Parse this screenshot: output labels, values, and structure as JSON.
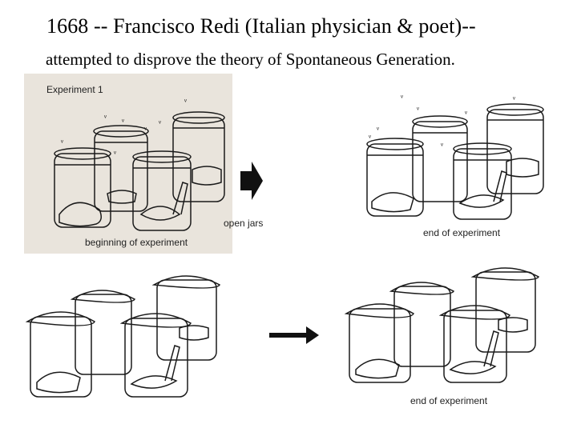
{
  "slide": {
    "title_line1": "1668 -- Francisco Redi (Italian physician & poet)--",
    "title_line2": "attempted to disprove the theory of Spontaneous Generation."
  },
  "experiment1": {
    "heading": "Experiment 1",
    "start_label": "beginning of experiment",
    "middle_label": "open jars",
    "end_label": "end of experiment"
  },
  "experiment2": {
    "end_label": "end of experiment"
  },
  "colors": {
    "scan_background": "#e9e4dc",
    "ink": "#1a1a1a"
  },
  "icons": [
    "fly-icon",
    "arrow-right-icon",
    "jar-icon",
    "meat-icon",
    "fish-icon",
    "maggot-icon",
    "gauze-cover-icon"
  ]
}
